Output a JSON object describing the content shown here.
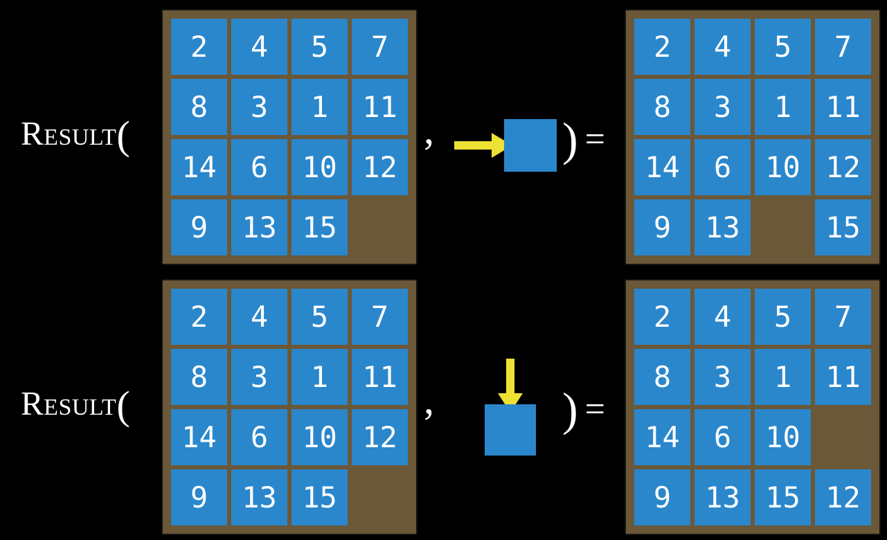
{
  "figure": {
    "function": {
      "name": "Result",
      "open_paren": "(",
      "comma": ",",
      "close_paren": ")",
      "equals": "="
    },
    "examples": [
      {
        "id": "slide-right",
        "move": {
          "direction": "right",
          "icon": "right-arrow-into-tile"
        },
        "input_board": {
          "rows": [
            [
              "2",
              "4",
              "5",
              "7"
            ],
            [
              "8",
              "3",
              "1",
              "11"
            ],
            [
              "14",
              "6",
              "10",
              "12"
            ],
            [
              "9",
              "13",
              "15",
              ""
            ]
          ]
        },
        "output_board": {
          "rows": [
            [
              "2",
              "4",
              "5",
              "7"
            ],
            [
              "8",
              "3",
              "1",
              "11"
            ],
            [
              "14",
              "6",
              "10",
              "12"
            ],
            [
              "9",
              "13",
              "",
              "15"
            ]
          ]
        }
      },
      {
        "id": "slide-down",
        "move": {
          "direction": "down",
          "icon": "down-arrow-into-tile"
        },
        "input_board": {
          "rows": [
            [
              "2",
              "4",
              "5",
              "7"
            ],
            [
              "8",
              "3",
              "1",
              "11"
            ],
            [
              "14",
              "6",
              "10",
              "12"
            ],
            [
              "9",
              "13",
              "15",
              ""
            ]
          ]
        },
        "output_board": {
          "rows": [
            [
              "2",
              "4",
              "5",
              "7"
            ],
            [
              "8",
              "3",
              "1",
              "11"
            ],
            [
              "14",
              "6",
              "10",
              ""
            ],
            [
              "9",
              "13",
              "15",
              "12"
            ]
          ]
        }
      }
    ]
  },
  "colors": {
    "background": "#000000",
    "tile_blue": "#2a87cc",
    "board_brown": "#6a5838",
    "arrow_yellow": "#ede133",
    "board_border": "#141414",
    "text": "#ffffff"
  }
}
